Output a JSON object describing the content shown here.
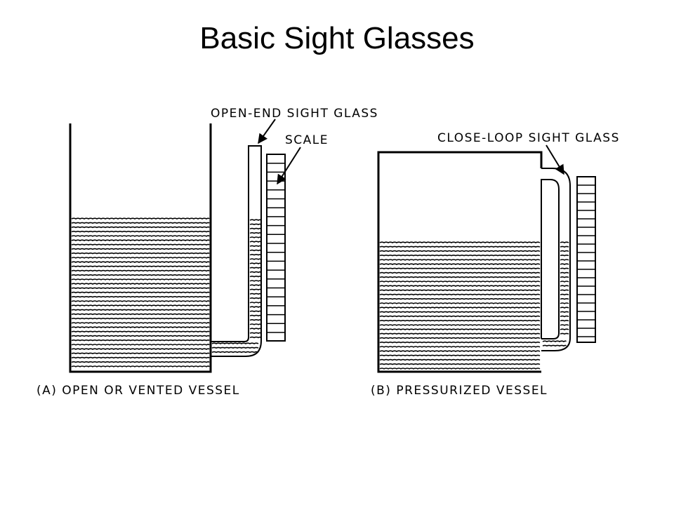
{
  "title": "Basic Sight Glasses",
  "diagram_a": {
    "caption": "(A) OPEN OR VENTED VESSEL",
    "glass_label": "OPEN-END SIGHT GLASS",
    "scale_label": "SCALE"
  },
  "diagram_b": {
    "caption": "(B) PRESSURIZED VESSEL",
    "glass_label": "CLOSE-LOOP SIGHT GLASS"
  },
  "colors": {
    "ink": "#000000",
    "background": "#ffffff"
  }
}
